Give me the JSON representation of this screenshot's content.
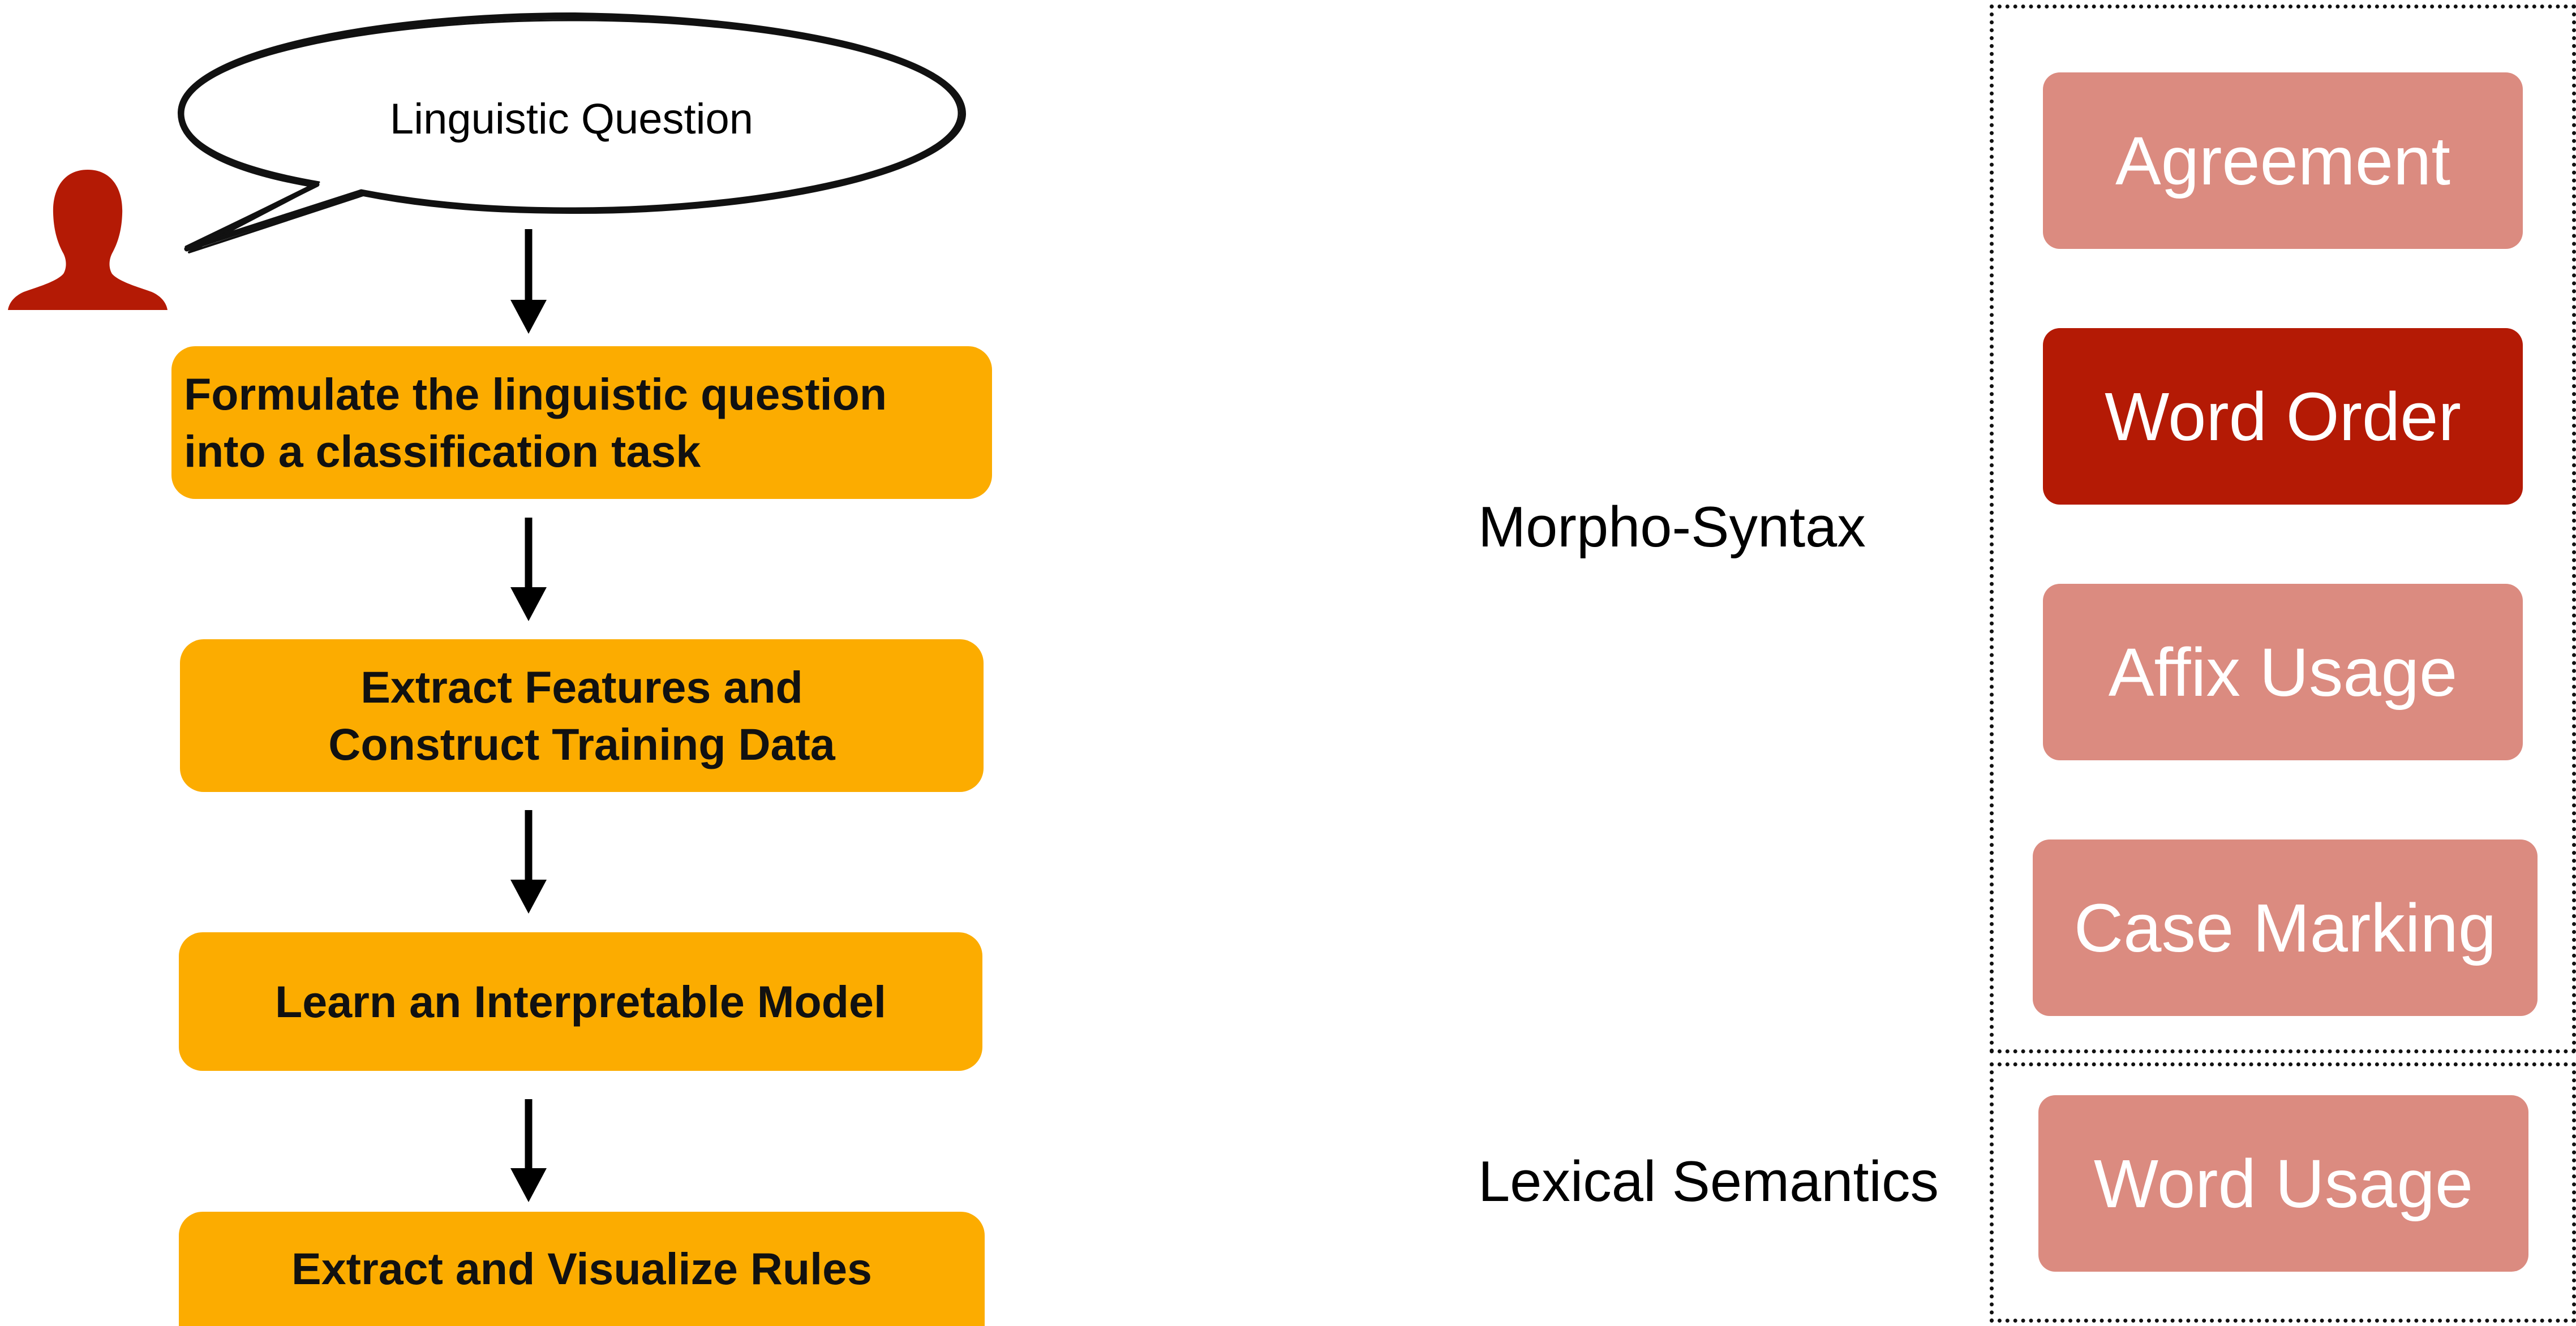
{
  "user": {
    "icon": "person-silhouette-icon"
  },
  "bubble": {
    "label": "Linguistic Question"
  },
  "workflow": {
    "steps": [
      {
        "line1": "Formulate the linguistic question",
        "line2": "into a classification task"
      },
      {
        "line1": "Extract Features and",
        "line2": "Construct Training Data"
      },
      {
        "line1": "Learn an Interpretable Model"
      },
      {
        "line1": "Extract and Visualize Rules"
      }
    ]
  },
  "categories": {
    "morpho_syntax": {
      "label": "Morpho-Syntax",
      "items": [
        "Agreement",
        "Word Order",
        "Affix Usage",
        "Case Marking"
      ]
    },
    "lexical_semantics": {
      "label": "Lexical Semantics",
      "items": [
        "Word Usage"
      ]
    }
  },
  "colors": {
    "step_fill": "#fcac00",
    "chip_light": "#db8b80",
    "chip_highlight": "#b41a05",
    "person": "#b41a05",
    "arrow": "#000000"
  }
}
